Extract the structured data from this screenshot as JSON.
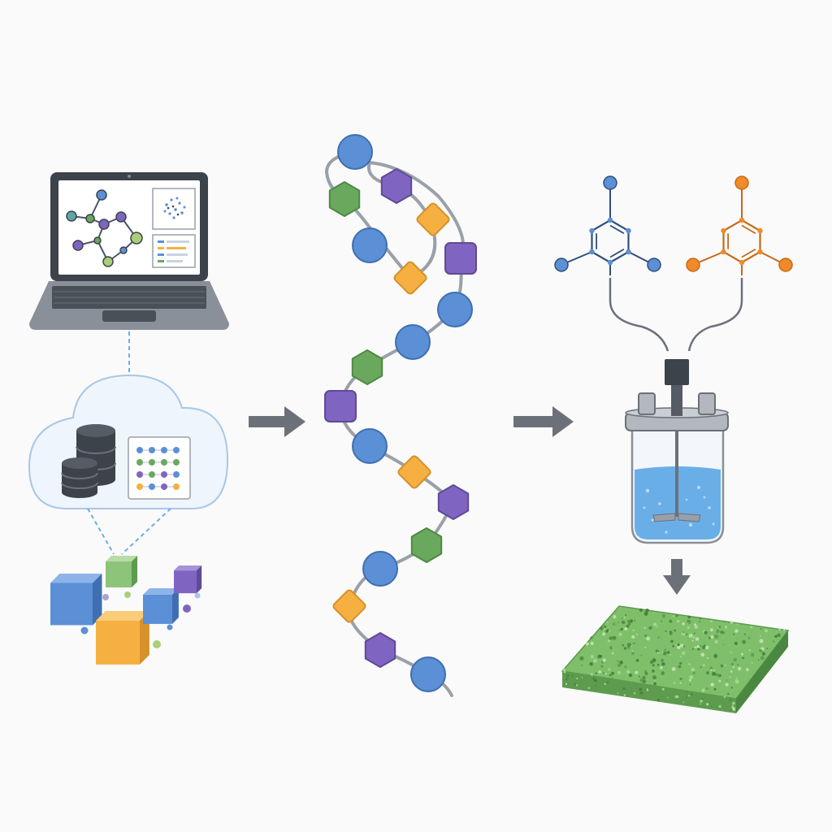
{
  "diagram": {
    "stages": [
      {
        "id": "computational-design",
        "elements": [
          "laptop",
          "cloud-database",
          "molecular-building-blocks"
        ]
      },
      {
        "id": "polymer-chain",
        "bead_sequence": [
          "blue-circle",
          "purple-hexagon",
          "green-hexagon",
          "orange-diamond",
          "blue-circle",
          "purple-square",
          "orange-diamond",
          "blue-circle",
          "blue-circle",
          "green-hexagon",
          "purple-square",
          "blue-circle",
          "orange-diamond",
          "purple-hexagon",
          "green-hexagon",
          "blue-circle",
          "orange-diamond",
          "purple-hexagon",
          "blue-circle"
        ]
      },
      {
        "id": "synthesis",
        "elements": [
          "blue-monomer",
          "orange-monomer",
          "stirred-reactor",
          "green-material-slab"
        ]
      }
    ],
    "flow_arrows": [
      "design-to-chain",
      "chain-to-synthesis",
      "reactor-to-material"
    ],
    "colors": {
      "blue": "#5b8fd6",
      "green": "#6aa85e",
      "purple": "#8064c1",
      "orange": "#f5b041",
      "dark": "#3d434b",
      "arrow": "#6b7079",
      "cloud_fill": "#eef5fc",
      "cloud_stroke": "#a9c6e6",
      "liquid": "#6aaee8",
      "slab": "#6aa85e"
    }
  }
}
